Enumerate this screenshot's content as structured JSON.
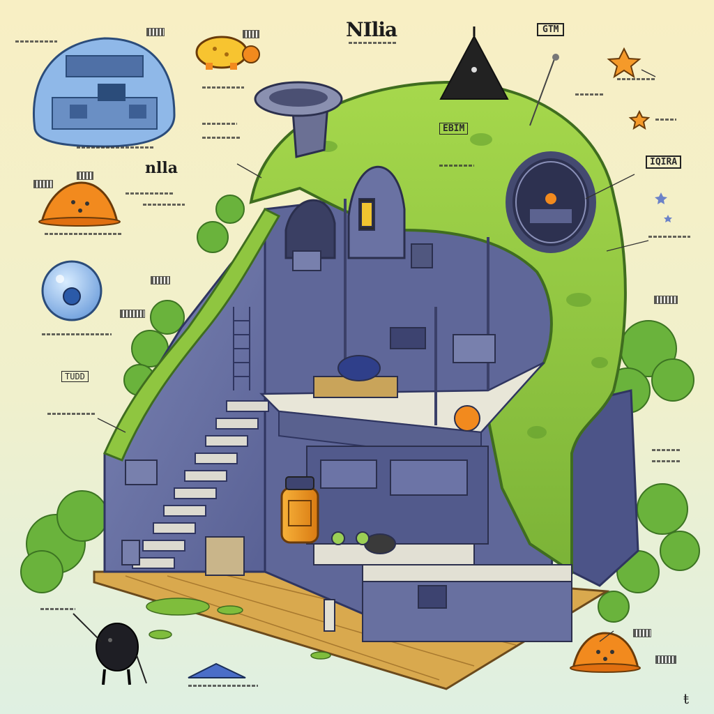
{
  "title": "NIlia",
  "subtitle": "nlla",
  "labels": {
    "top_right_box": "GTM",
    "dome_label": "EBIM",
    "right_box": "IQIRA",
    "left_tag": "TUDD"
  },
  "signature": "ŧ",
  "colors": {
    "background_top": "#f8efc4",
    "background_bottom": "#dff0e2",
    "shell_green": "#8fc640",
    "shell_green_dark": "#5e9a2c",
    "stone_blue": "#6f78a8",
    "stone_dark": "#3e4470",
    "wood_floor": "#d9a94e",
    "slime_orange": "#f28a1e",
    "bubble_blue": "#8fb8e8",
    "foliage": "#6ab33c",
    "ink": "#1c1c1c"
  },
  "icons": [
    "flask-chimney-icon",
    "antenna-spire-icon",
    "turtle-creature-icon",
    "orange-slime-icon",
    "blue-bubble-icon",
    "blue-dome-pod-icon",
    "star-icon",
    "black-bug-creature-icon",
    "blue-pyramid-icon",
    "honey-jar-icon"
  ]
}
